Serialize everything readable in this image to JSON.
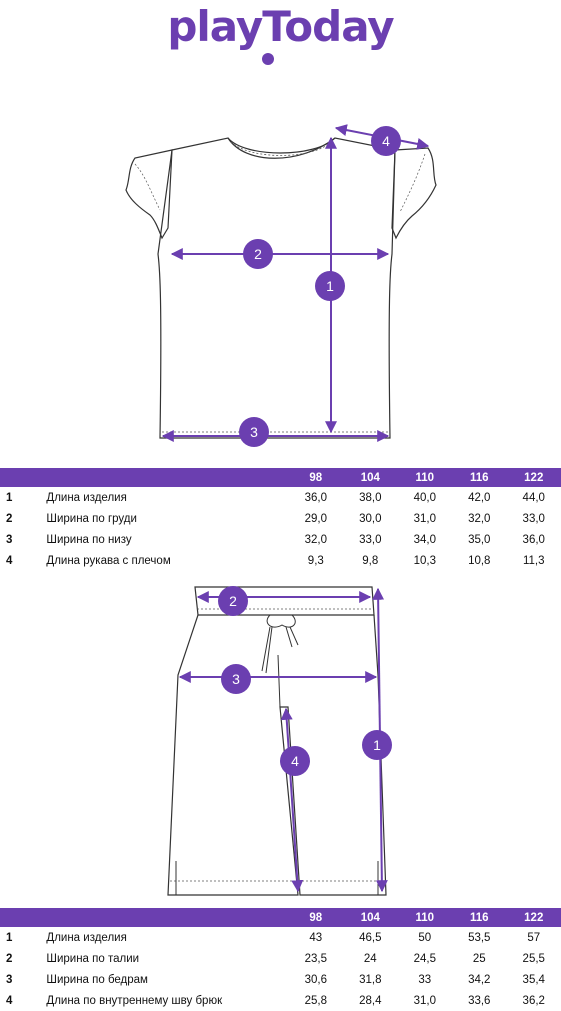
{
  "brand": {
    "logo_text": "playToday",
    "color": "#6b3fb0"
  },
  "sizes": [
    "98",
    "104",
    "110",
    "116",
    "122"
  ],
  "top_item": {
    "markers": [
      "1",
      "2",
      "3",
      "4"
    ],
    "rows": [
      {
        "num": "1",
        "name": "Длина изделия",
        "values": [
          "36,0",
          "38,0",
          "40,0",
          "42,0",
          "44,0"
        ]
      },
      {
        "num": "2",
        "name": "Ширина по груди",
        "values": [
          "29,0",
          "30,0",
          "31,0",
          "32,0",
          "33,0"
        ]
      },
      {
        "num": "3",
        "name": "Ширина по низу",
        "values": [
          "32,0",
          "33,0",
          "34,0",
          "35,0",
          "36,0"
        ]
      },
      {
        "num": "4",
        "name": "Длина рукава с плечом",
        "values": [
          "9,3",
          "9,8",
          "10,3",
          "10,8",
          "11,3"
        ]
      }
    ]
  },
  "bottom_item": {
    "markers": [
      "1",
      "2",
      "3",
      "4"
    ],
    "rows": [
      {
        "num": "1",
        "name": "Длина изделия",
        "values": [
          "43",
          "46,5",
          "50",
          "53,5",
          "57"
        ]
      },
      {
        "num": "2",
        "name": "Ширина по талии",
        "values": [
          "23,5",
          "24",
          "24,5",
          "25",
          "25,5"
        ]
      },
      {
        "num": "3",
        "name": "Ширина по бедрам",
        "values": [
          "30,6",
          "31,8",
          "33",
          "34,2",
          "35,4"
        ]
      },
      {
        "num": "4",
        "name": "Длина по внутреннему шву брюк",
        "values": [
          "25,8",
          "28,4",
          "31,0",
          "33,6",
          "36,2"
        ]
      }
    ]
  }
}
